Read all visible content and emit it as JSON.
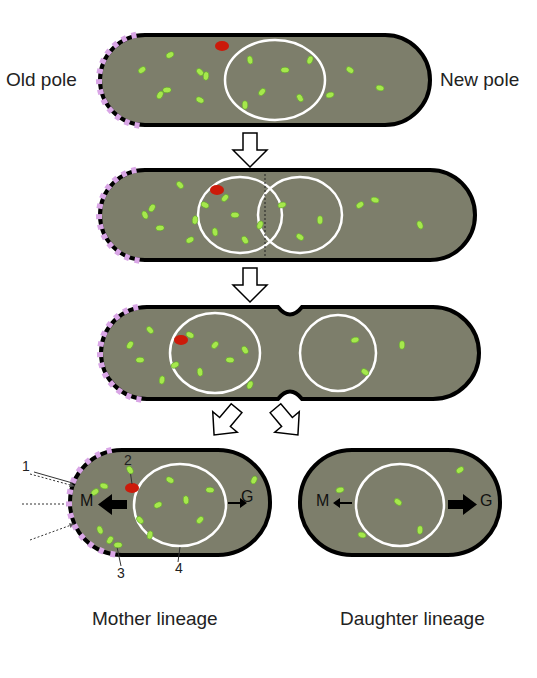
{
  "diagram": {
    "nodes": [
      {
        "text": [
          "M",
          "G"
        ]
      },
      {
        "text": [
          "M",
          "G"
        ]
      }
    ],
    "labels": [
      "Old pole",
      "New pole",
      "1",
      "2",
      "3",
      "4",
      "Mother lineage",
      "Daughter lineage"
    ]
  }
}
